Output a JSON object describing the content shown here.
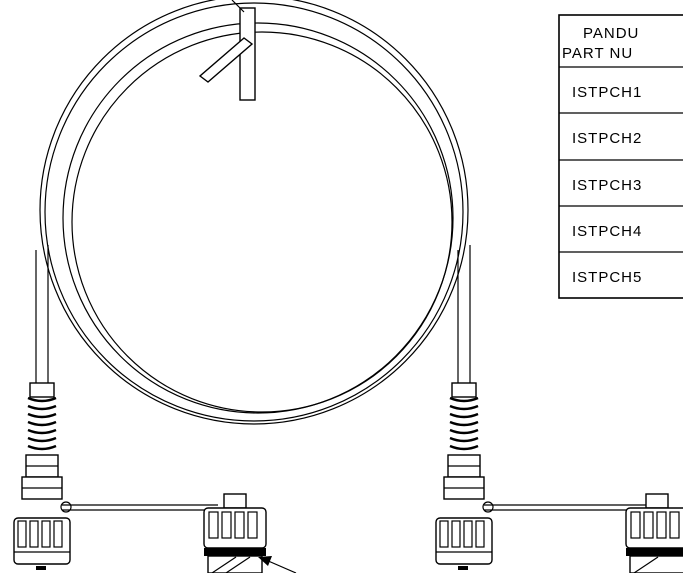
{
  "table": {
    "header_line1": "PANDU",
    "header_line2": "PART NU",
    "rows": [
      "ISTPCH1",
      "ISTPCH2",
      "ISTPCH3",
      "ISTPCH4",
      "ISTPCH5"
    ]
  }
}
